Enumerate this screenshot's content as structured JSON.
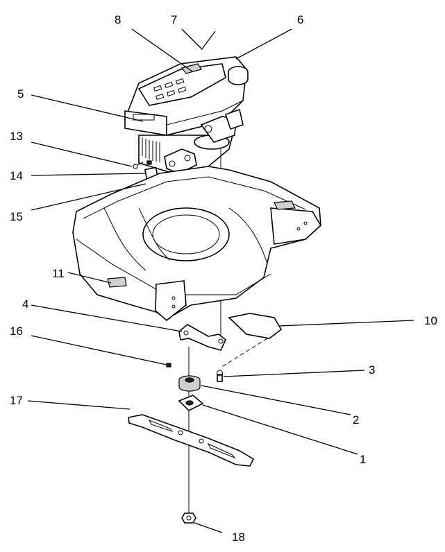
{
  "diagram": {
    "callouts": [
      {
        "id": "c8",
        "label": "8"
      },
      {
        "id": "c7",
        "label": "7"
      },
      {
        "id": "c6",
        "label": "6"
      },
      {
        "id": "c5",
        "label": "5"
      },
      {
        "id": "c13",
        "label": "13"
      },
      {
        "id": "c14",
        "label": "14"
      },
      {
        "id": "c15",
        "label": "15"
      },
      {
        "id": "c11",
        "label": "11"
      },
      {
        "id": "c4",
        "label": "4"
      },
      {
        "id": "c10",
        "label": "10"
      },
      {
        "id": "c16",
        "label": "16"
      },
      {
        "id": "c3",
        "label": "3"
      },
      {
        "id": "c17",
        "label": "17"
      },
      {
        "id": "c2",
        "label": "2"
      },
      {
        "id": "c1",
        "label": "1"
      },
      {
        "id": "c18",
        "label": "18"
      }
    ]
  }
}
